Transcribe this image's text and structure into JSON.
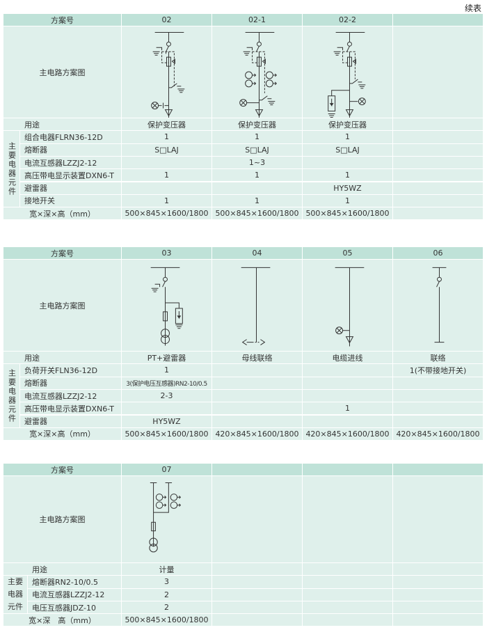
{
  "title": "续表",
  "tables": [
    {
      "header_label": "方案号",
      "schemes": [
        "02",
        "02-1",
        "02-2",
        ""
      ],
      "diagram_label": "主电路方案图",
      "usage_label": "用途",
      "usage": [
        "保护变压器",
        "保护变压器",
        "保护变压器",
        ""
      ],
      "group_label": "主要电器元件",
      "components": [
        {
          "name": "组合电器FLRN36-12D",
          "values": [
            "1",
            "1",
            "1",
            ""
          ]
        },
        {
          "name": "熔断器",
          "values": [
            "S□LAJ",
            "S□LAJ",
            "S□LAJ",
            ""
          ]
        },
        {
          "name": "电流互感器LZZJ2-12",
          "values": [
            "",
            "1~3",
            "",
            ""
          ]
        },
        {
          "name": "高压带电显示装置DXN6-T",
          "values": [
            "1",
            "1",
            "1",
            ""
          ]
        },
        {
          "name": "避雷器",
          "values": [
            "",
            "",
            "HY5WZ",
            ""
          ]
        },
        {
          "name": "接地开关",
          "values": [
            "1",
            "1",
            "1",
            ""
          ]
        }
      ],
      "size_label": "宽×深×高（mm）",
      "sizes": [
        "500×845×1600/1800",
        "500×845×1600/1800",
        "500×845×1600/1800",
        ""
      ]
    },
    {
      "header_label": "方案号",
      "schemes": [
        "03",
        "04",
        "05",
        "06"
      ],
      "diagram_label": "主电路方案图",
      "usage_label": "用途",
      "usage": [
        "PT+避雷器",
        "母线联络",
        "电缆进线",
        "联络"
      ],
      "group_label": "主要电器元件",
      "components": [
        {
          "name": "负荷开关FLN36-12D",
          "values": [
            "1",
            "",
            "",
            "1(不带接地开关)"
          ]
        },
        {
          "name": "熔断器",
          "values": [
            "3(保护电压互感器)RN2-10/0.5",
            "",
            "",
            ""
          ]
        },
        {
          "name": "电流互感器LZZJ2-12",
          "values": [
            "2-3",
            "",
            "",
            ""
          ]
        },
        {
          "name": "高压带电显示装置DXN6-T",
          "values": [
            "",
            "",
            "1",
            ""
          ]
        },
        {
          "name": "避雷器",
          "values": [
            "HY5WZ",
            "",
            "",
            ""
          ]
        }
      ],
      "size_label": "宽×深×高（mm）",
      "sizes": [
        "500×845×1600/1800",
        "420×845×1600/1800",
        "420×845×1600/1800",
        "420×845×1600/1800"
      ]
    },
    {
      "header_label": "方案号",
      "schemes": [
        "07",
        "",
        "",
        ""
      ],
      "diagram_label": "主电路方案图",
      "usage_label": "用途",
      "usage": [
        "计量",
        "",
        "",
        ""
      ],
      "group_label": "主要电器元件",
      "components": [
        {
          "name": "熔断器RN2-10/0.5",
          "values": [
            "3",
            "",
            "",
            ""
          ]
        },
        {
          "name": "电流互感器LZZJ2-12",
          "values": [
            "2",
            "",
            "",
            ""
          ]
        },
        {
          "name": "电压互感器JDZ-10",
          "values": [
            "2",
            "",
            "",
            ""
          ]
        }
      ],
      "size_label": "宽×深　高（mm）",
      "sizes": [
        "500×845×1600/1800",
        "",
        "",
        ""
      ]
    }
  ]
}
